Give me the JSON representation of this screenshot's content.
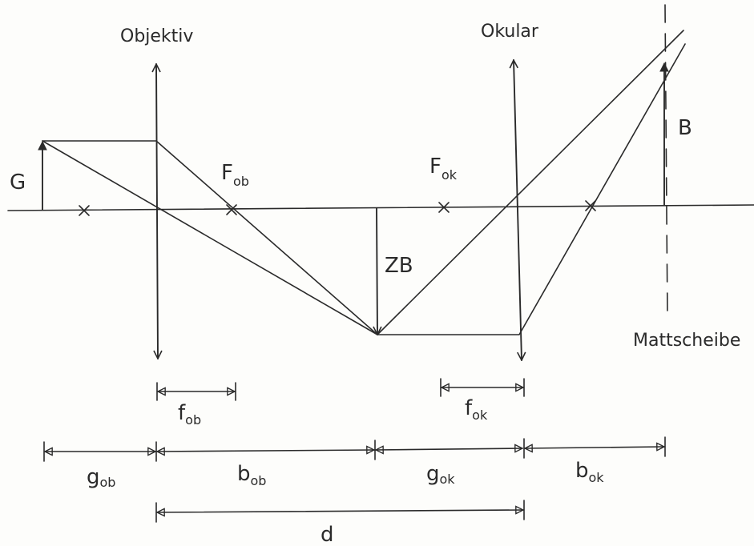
{
  "labels": {
    "objektiv": "Objektiv",
    "okular": "Okular",
    "mattscheibe": "Mattscheibe",
    "G": "G",
    "B": "B",
    "ZB": "ZB",
    "F_ob": {
      "main": "F",
      "sub": "ob"
    },
    "F_ok": {
      "main": "F",
      "sub": "ok"
    },
    "f_ob": {
      "main": "f",
      "sub": "ob"
    },
    "f_ok": {
      "main": "f",
      "sub": "ok"
    },
    "g_ob": {
      "main": "g",
      "sub": "ob"
    },
    "b_ob": {
      "main": "b",
      "sub": "ob"
    },
    "g_ok": {
      "main": "g",
      "sub": "ok"
    },
    "b_ok": {
      "main": "b",
      "sub": "ok"
    },
    "d": "d"
  },
  "colors": {
    "ink": "#2a2a2a",
    "paper": "#fdfdfb"
  }
}
